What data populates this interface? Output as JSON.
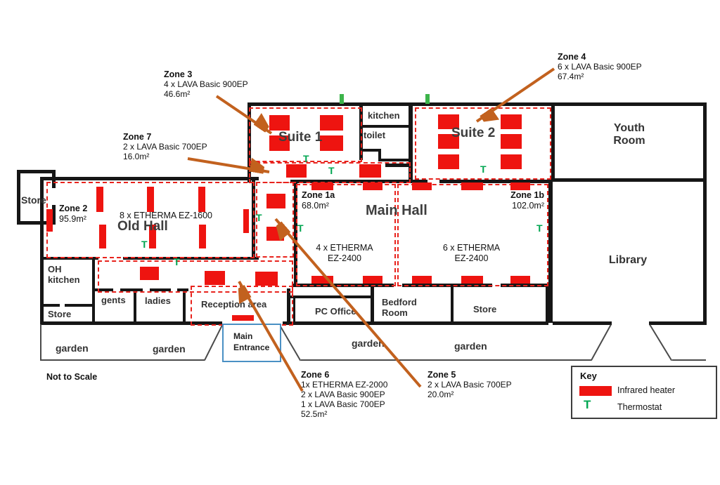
{
  "notes": {
    "not_to_scale": "Not to Scale"
  },
  "rooms": {
    "store_top_left": "Store",
    "old_hall": "Old Hall",
    "oh_kitchen_line1": "OH",
    "oh_kitchen_line2": "kitchen",
    "store_lower_left": "Store",
    "gents": "gents",
    "ladies": "ladies",
    "reception": "Reception area",
    "main_entrance_line1": "Main",
    "main_entrance_line2": "Entrance",
    "garden": "garden",
    "pc_office": "PC Office",
    "bedford_line1": "Bedford",
    "bedford_line2": "Room",
    "store_right": "Store",
    "suite1": "Suite 1",
    "suite2": "Suite 2",
    "kitchen": "kitchen",
    "toilet": "toilet",
    "youth_line1": "Youth",
    "youth_line2": "Room",
    "main_hall": "Main Hall",
    "library": "Library"
  },
  "zones": {
    "zone1a": {
      "name": "Zone 1a",
      "area": "68.0m²",
      "equip_line1": "4 x ETHERMA",
      "equip_line2": "EZ-2400"
    },
    "zone1b": {
      "name": "Zone 1b",
      "area": "102.0m²",
      "equip_line1": "6 x ETHERMA",
      "equip_line2": "EZ-2400"
    },
    "zone2": {
      "name": "Zone 2",
      "area": "95.9m²",
      "equipment": "8 x ETHERMA EZ-1600"
    },
    "zone3": {
      "name": "Zone 3",
      "equipment": "4 x LAVA Basic 900EP",
      "area": "46.6m²"
    },
    "zone4": {
      "name": "Zone 4",
      "equipment": "6 x LAVA Basic 900EP",
      "area": "67.4m²"
    },
    "zone5": {
      "name": "Zone 5",
      "equipment": "2 x LAVA Basic 700EP",
      "area": "20.0m²"
    },
    "zone6": {
      "name": "Zone 6",
      "equipment_line1": "1x ETHERMA EZ-2000",
      "equipment_line2": "2 x LAVA Basic 900EP",
      "equipment_line3": "1 x LAVA Basic 700EP",
      "area": "52.5m²"
    },
    "zone7": {
      "name": "Zone 7",
      "equipment": "2 x LAVA Basic 700EP",
      "area": "16.0m²"
    }
  },
  "key": {
    "title": "Key",
    "infrared_heater_label": "Infrared heater",
    "thermostat_label": "Thermostat",
    "thermostat_symbol": "T"
  },
  "colors": {
    "heater": "#ee1410",
    "thermostat_green": "#00a651",
    "zone_border_red": "#e8231d",
    "arrow_orange": "#c2611e",
    "entrance_border_blue": "#4a90c4"
  }
}
